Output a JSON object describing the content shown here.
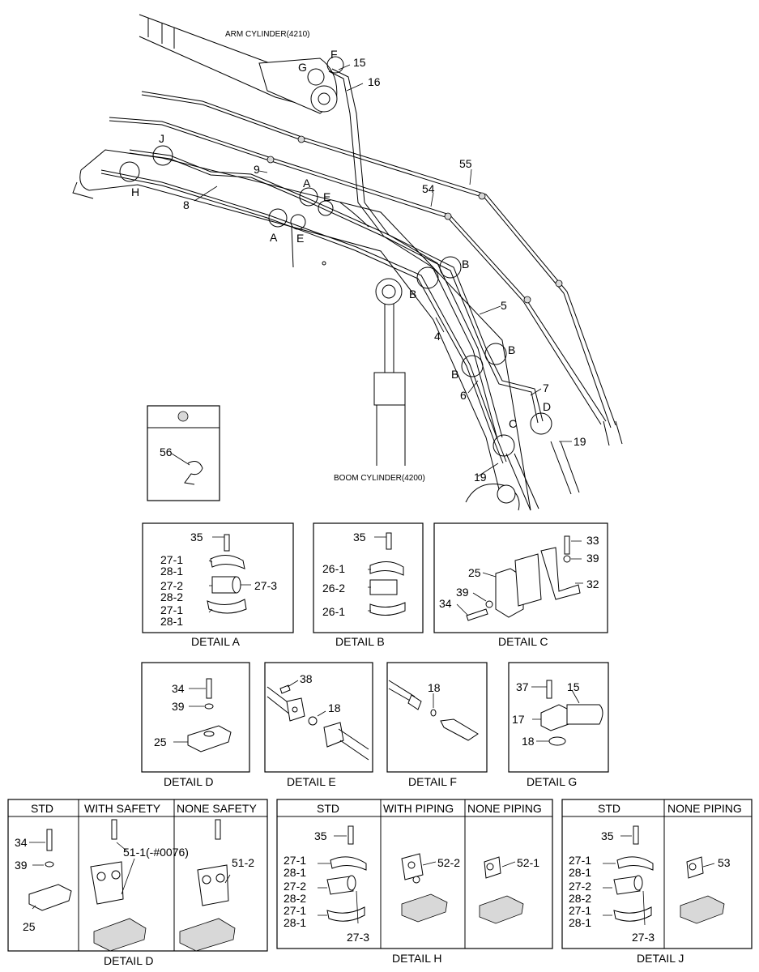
{
  "main": {
    "arm_cylinder": "ARM CYLINDER(4210)",
    "boom_cylinder": "BOOM CYLINDER(4200)",
    "callouts": {
      "F": "F",
      "G": "G",
      "J": "J",
      "H": "H",
      "A1": "A",
      "A2": "A",
      "E1": "E",
      "E2": "E",
      "B1": "B",
      "B2": "B",
      "B3": "B",
      "B4": "B",
      "C": "C",
      "D": "D"
    },
    "parts": {
      "p15": "15",
      "p16": "16",
      "p55": "55",
      "p54": "54",
      "p9": "9",
      "p8": "8",
      "p5": "5",
      "p4": "4",
      "p6": "6",
      "p7": "7",
      "p19a": "19",
      "p19b": "19"
    },
    "legend_part": "56"
  },
  "detail_a": {
    "caption": "DETAIL A",
    "labels": [
      "35",
      "27-1",
      "28-1",
      "27-2",
      "28-2",
      "27-1",
      "28-1",
      "27-3"
    ]
  },
  "detail_b": {
    "caption": "DETAIL B",
    "labels": [
      "35",
      "26-1",
      "26-2",
      "26-1"
    ]
  },
  "detail_c": {
    "caption": "DETAIL C",
    "labels": [
      "33",
      "39",
      "25",
      "32",
      "39",
      "34"
    ]
  },
  "detail_d": {
    "caption": "DETAIL D",
    "labels": [
      "34",
      "39",
      "25"
    ]
  },
  "detail_e": {
    "caption": "DETAIL E",
    "labels": [
      "38",
      "18"
    ]
  },
  "detail_f": {
    "caption": "DETAIL F",
    "labels": [
      "18"
    ]
  },
  "detail_g": {
    "caption": "DETAIL G",
    "labels": [
      "37",
      "15",
      "17",
      "18"
    ]
  },
  "table_d": {
    "headers": [
      "STD",
      "WITH SAFETY",
      "NONE SAFETY"
    ],
    "labels": [
      "34",
      "39",
      "25",
      "51-1(-#0076)",
      "51-2"
    ],
    "caption": "DETAIL  D"
  },
  "table_h": {
    "headers": [
      "STD",
      "WITH PIPING",
      "NONE PIPING"
    ],
    "labels": [
      "35",
      "27-1",
      "28-1",
      "27-2",
      "28-2",
      "27-1",
      "28-1",
      "27-3",
      "52-2",
      "52-1"
    ],
    "caption": "DETAIL  H"
  },
  "table_j": {
    "headers": [
      "STD",
      "NONE PIPING"
    ],
    "labels": [
      "35",
      "27-1",
      "28-1",
      "27-2",
      "28-2",
      "27-1",
      "28-1",
      "27-3",
      "53"
    ],
    "caption": "DETAIL  J"
  }
}
